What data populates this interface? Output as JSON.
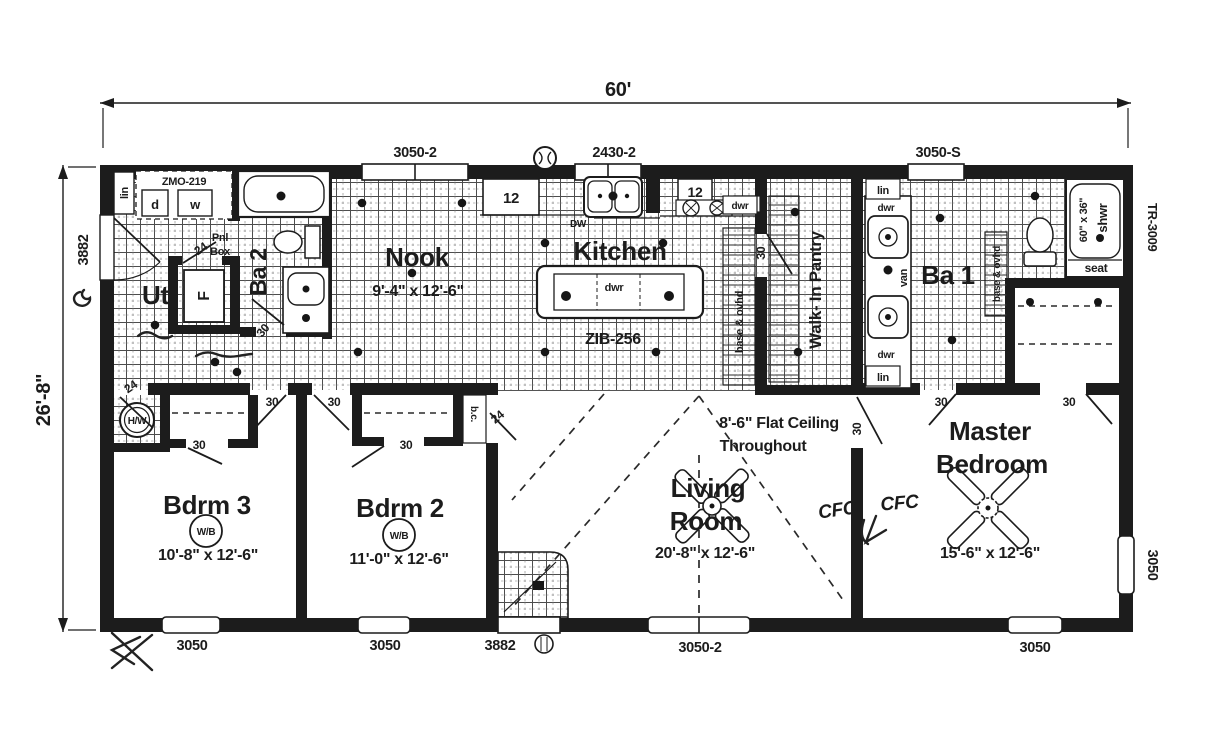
{
  "colors": {
    "ink": "#1c1c1c",
    "paper": "#ffffff"
  },
  "dimensions": {
    "overall_width": "60'",
    "overall_depth": "26'-8\""
  },
  "model_number": "TR-3009",
  "ceiling_note": {
    "line1": "8'-6\" Flat Ceiling",
    "line2": "Throughout"
  },
  "rooms": {
    "utility": "Utl",
    "bath2": "Ba 2",
    "nook": "Nook",
    "nook_dims": "9'-4\" x 12'-6\"",
    "kitchen": "Kitchen",
    "pantry": "Walk- In Pantry",
    "bath1": "Ba 1",
    "master_line1": "Master",
    "master_line2": "Bedroom",
    "master_dims": "15'-6\" x 12'-6\"",
    "living_line1": "Living",
    "living_line2": "Room",
    "living_dims": "20'-8\" x 12'-6\"",
    "bdrm2": "Bdrm 2",
    "bdrm2_dims": "11'-0\" x 12'-6\"",
    "bdrm3": "Bdrm 3",
    "bdrm3_dims": "10'-8\" x 12'-6\""
  },
  "openings": {
    "win_3050_2": "3050-2",
    "win_2430_2": "2430-2",
    "win_3050_s": "3050-S",
    "win_3050": "3050",
    "door_3882": "3882",
    "door_30": "30",
    "door_24": "24",
    "broom_closet": "b.c."
  },
  "fixtures": {
    "linen": "lin",
    "cabinet_zmo": "ZMO-219",
    "dryer": "d",
    "washer": "w",
    "panel_line1": "Pnl",
    "panel_line2": "Box",
    "furnace": "F",
    "water_heater": "H/W",
    "wardrobe": "W/B",
    "cab12": "12",
    "dishwasher": "DW",
    "drawer": "dwr",
    "island_model": "ZIB-256",
    "base_ovhd": "base & ovhd",
    "vanity": "van",
    "shower_size": "60\" x 36\"",
    "shower": "shwr",
    "shower_seat": "seat"
  },
  "annotations": {
    "handwritten": "CFC"
  }
}
